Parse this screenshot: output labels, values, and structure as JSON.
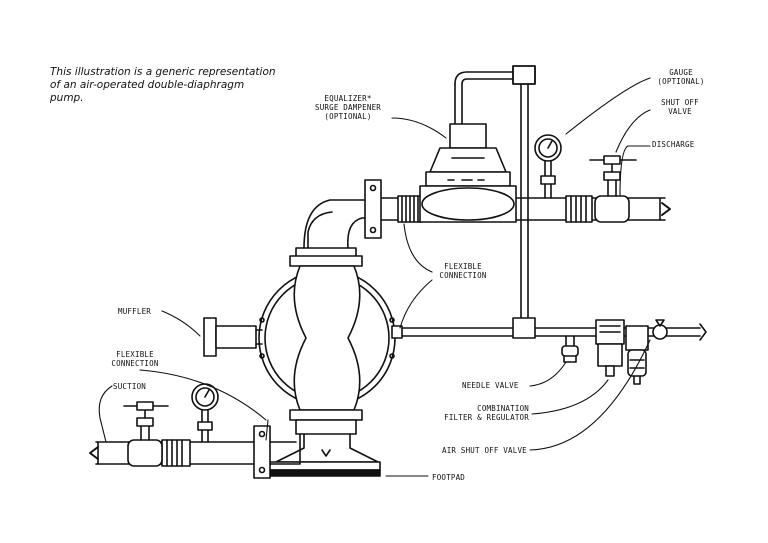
{
  "note": "This illustration is a generic representation of an air-operated double-diaphragm pump.",
  "labels": {
    "equalizer": "EQUALIZER*\nSURGE DAMPENER\n(OPTIONAL)",
    "gauge": "GAUGE\n(OPTIONAL)",
    "shutoff_valve": "SHUT OFF\nVALVE",
    "discharge": "DISCHARGE",
    "flexible_connection_upper": "FLEXIBLE\nCONNECTION",
    "muffler": "MUFFLER",
    "flexible_connection_lower": "FLEXIBLE\nCONNECTION",
    "suction": "SUCTION",
    "needle_valve": "NEEDLE VALVE",
    "combination_filter": "COMBINATION\nFILTER & REGULATOR",
    "air_shutoff_valve": "AIR SHUT OFF VALVE",
    "footpad": "FOOTPAD"
  }
}
